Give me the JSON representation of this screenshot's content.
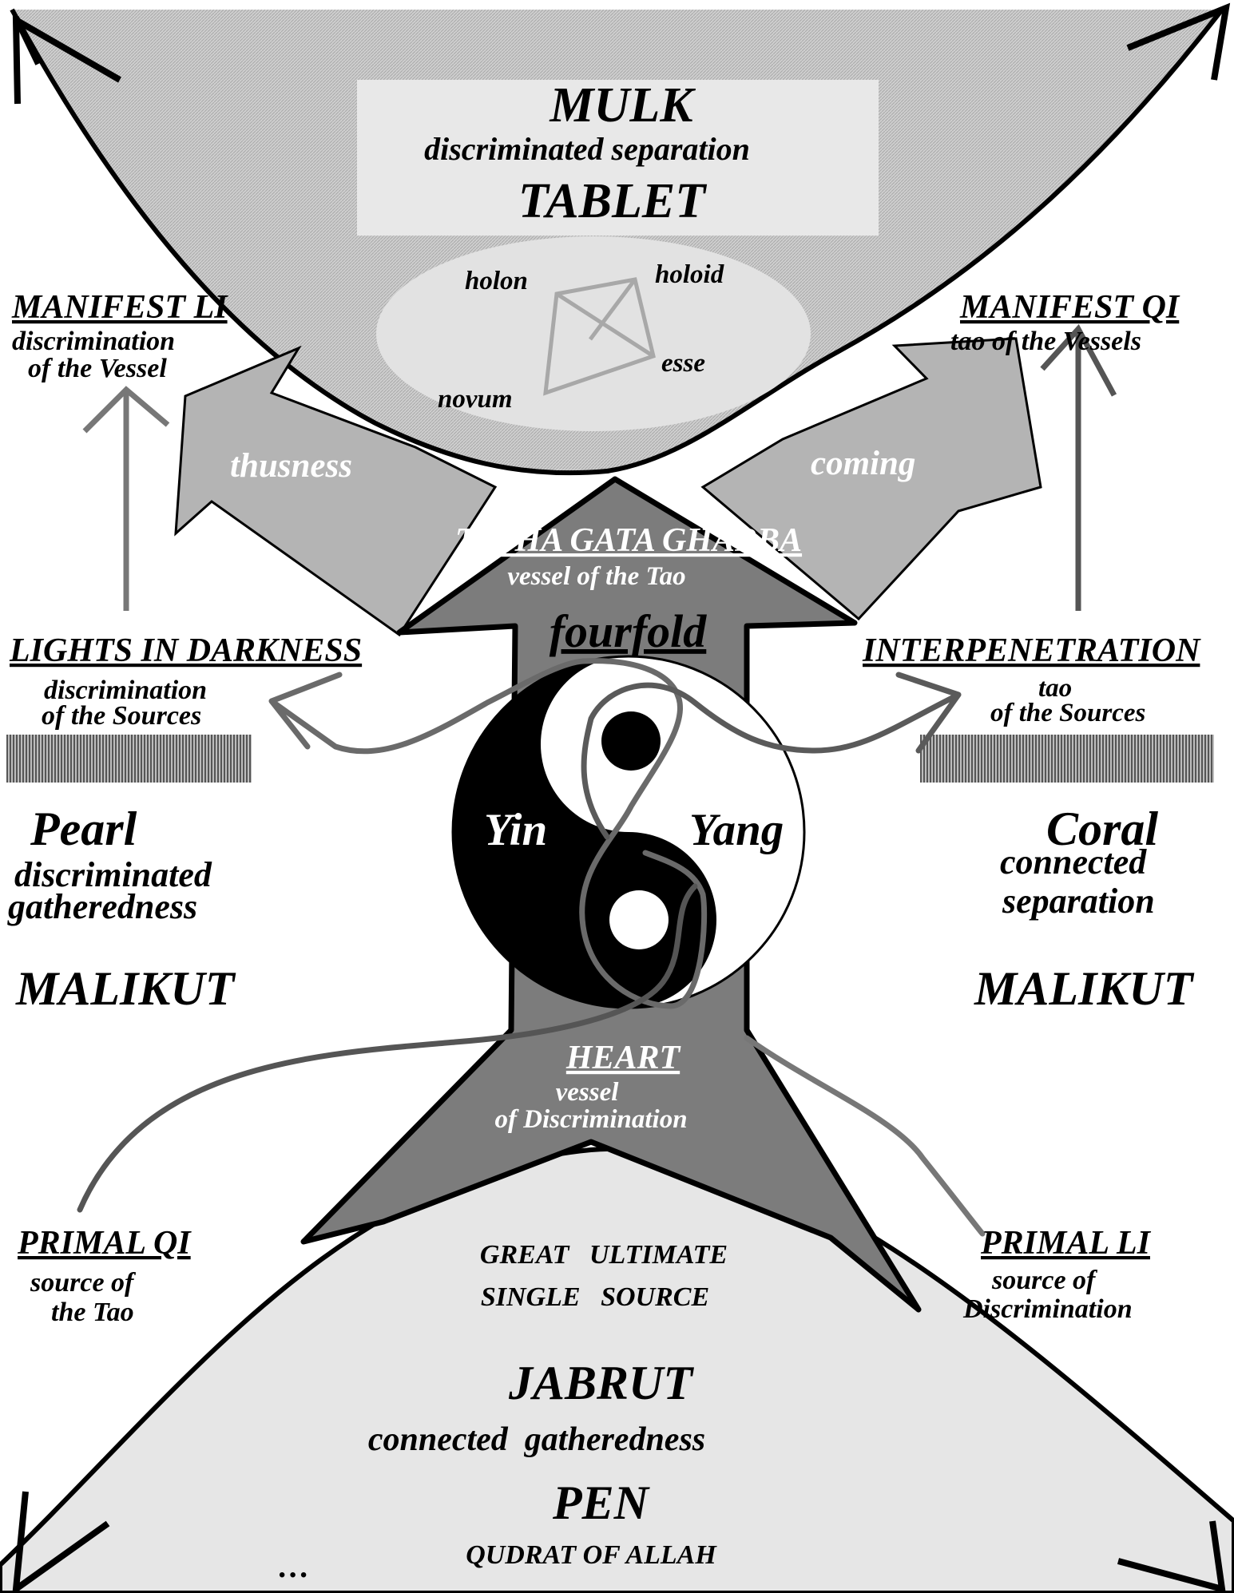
{
  "top": {
    "title": "MULK",
    "subtitle": "discriminated separation",
    "tablet": "TABLET",
    "ellipse_words": {
      "holon": "holon",
      "holoid": "holoid",
      "esse": "esse",
      "novum": "novum"
    }
  },
  "arrows": {
    "left_label": "thusness",
    "right_label": "coming"
  },
  "center": {
    "tatha_title": "TATHA GATA GHARBA",
    "tatha_sub": "vessel of the Tao",
    "fourfold": "fourfold",
    "yin": "Yin",
    "yang": "Yang",
    "heart_title": "HEART",
    "heart_sub1": "vessel",
    "heart_sub2": "of Discrimination"
  },
  "left": {
    "manifest_title": "MANIFEST LI",
    "manifest_sub1": "discrimination",
    "manifest_sub2": "of the Vessel",
    "lights_title": "LIGHTS IN DARKNESS",
    "lights_sub1": "discrimination",
    "lights_sub2": "of the Sources",
    "pearl": "Pearl",
    "pearl_sub1": "discriminated",
    "pearl_sub2": "gatheredness",
    "malikut": "MALIKUT",
    "primal_title": "PRIMAL QI",
    "primal_sub1": "source of",
    "primal_sub2": "the Tao"
  },
  "right": {
    "manifest_title": "MANIFEST QI",
    "manifest_sub": "tao of the Vessels",
    "inter_title": "INTERPENETRATION",
    "inter_sub1": "tao",
    "inter_sub2": "of the Sources",
    "coral": "Coral",
    "coral_sub1": "connected",
    "coral_sub2": "separation",
    "malikut": "MALIKUT",
    "primal_title": "PRIMAL LI",
    "primal_sub1": "source of",
    "primal_sub2": "Discrimination"
  },
  "bottom": {
    "great_ultimate": "GREAT   ULTIMATE",
    "single_source": "SINGLE   SOURCE",
    "jabrut": "JABRUT",
    "jabrut_sub": "connected  gatheredness",
    "pen": "PEN",
    "qudrat": "QUDRAT OF ALLAH",
    "ellipsis": "…"
  },
  "colors": {
    "top_bowl": "#c4c4c4",
    "tablet_box": "#e8e8e8",
    "ellipse": "#e2e2e2",
    "side_arrows": "#b4b4b4",
    "center_arrow": "#7c7c7c",
    "bottom_mound": "#e6e6e6",
    "wavy_line": "#6a6a6a"
  }
}
